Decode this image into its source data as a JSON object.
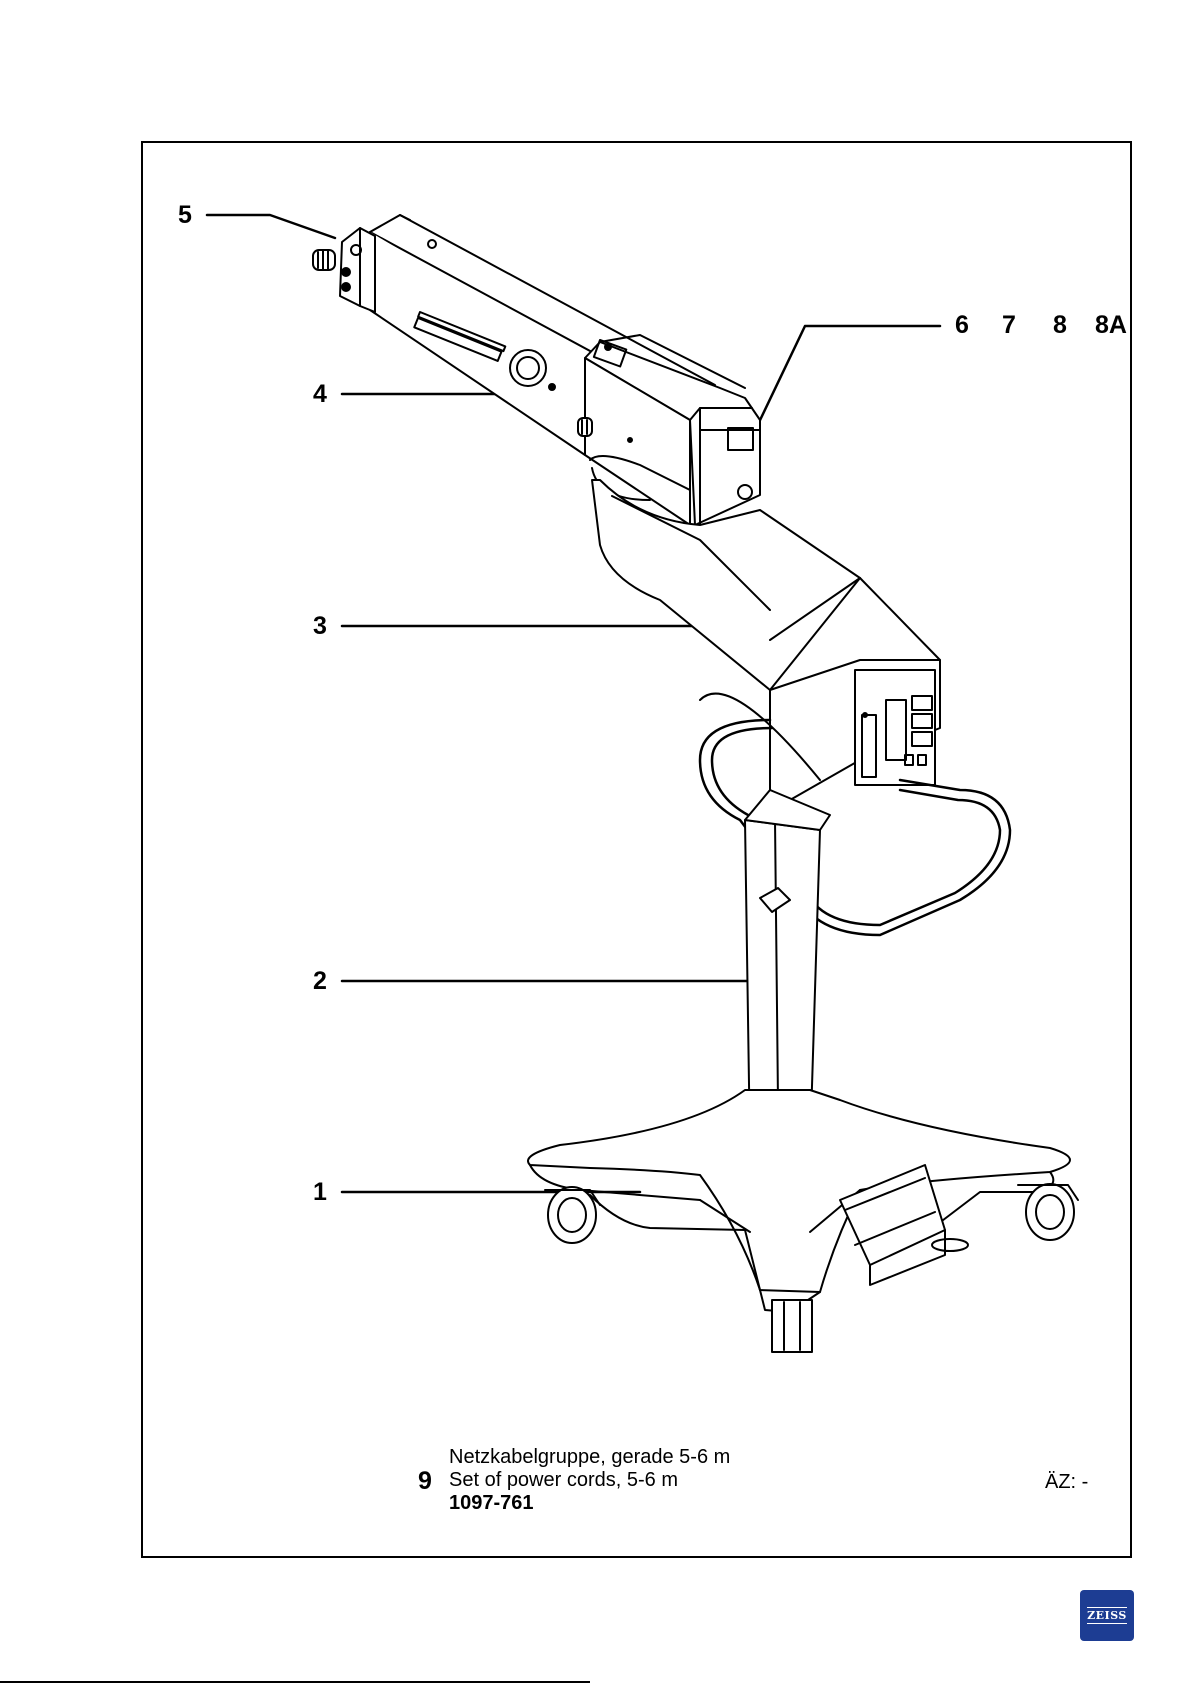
{
  "callouts": {
    "c1": "1",
    "c2": "2",
    "c3": "3",
    "c4": "4",
    "c5": "5",
    "c6": "6",
    "c7": "7",
    "c8": "8",
    "c8a": "8A"
  },
  "caption": {
    "item_number": "9",
    "line_de": "Netzkabelgruppe, gerade 5-6 m",
    "line_en": "Set of power cords, 5-6 m",
    "part_number": "1097-761",
    "revision": "ÄZ: -"
  },
  "logo": {
    "text": "ZEISS",
    "color": "#1d3d93"
  }
}
